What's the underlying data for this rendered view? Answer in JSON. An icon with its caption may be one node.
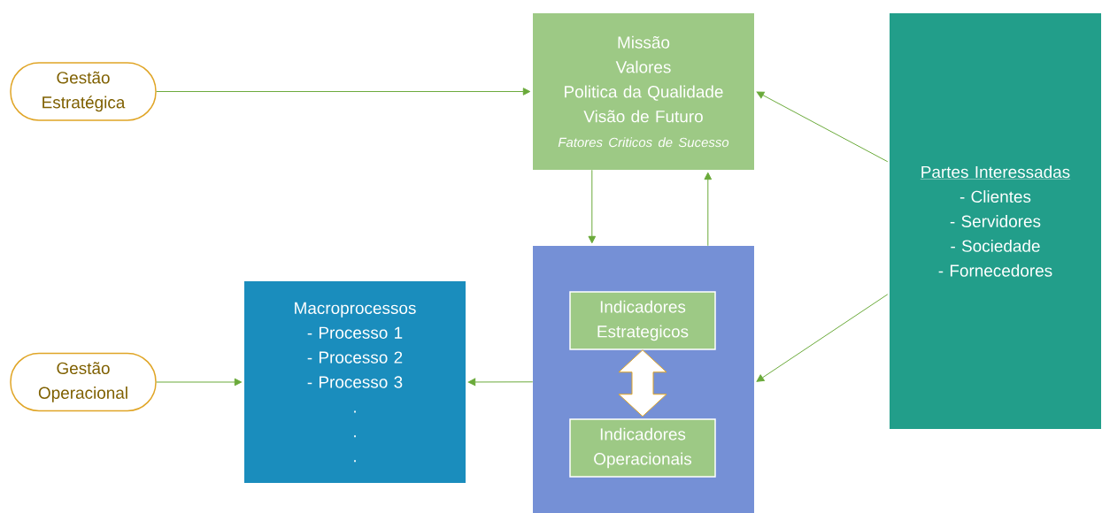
{
  "diagram": {
    "nodes": [
      {
        "text": [
          "Gestão Estratégica"
        ]
      },
      {
        "text": [
          "Missão",
          "Valores",
          "Politica da Qualidade",
          "Visão de Futuro",
          "Fatores Criticos de Sucesso"
        ]
      },
      {
        "text": [
          "Partes Interessadas",
          "- Clientes",
          "- Servidores",
          "- Sociedade",
          "- Fornecedores"
        ]
      },
      {
        "text": [
          "Gestão Operacional"
        ]
      },
      {
        "text": [
          "Macroprocessos",
          "- Processo 1",
          "- Processo 2",
          "- Processo 3",
          ".",
          ".",
          "."
        ]
      },
      {
        "text": [],
        "shape": "box"
      },
      {
        "text": [
          "Indicadores Estrategicos"
        ],
        "in": 5
      },
      {
        "text": [
          "Indicadores Operacionais"
        ],
        "in": 5
      }
    ],
    "edges": [
      {
        "from": 0,
        "to": 1,
        "arrow": "to"
      },
      {
        "from": 1,
        "to": 5,
        "arrow": "to"
      },
      {
        "from": 5,
        "to": 1,
        "arrow": "to"
      },
      {
        "from": 2,
        "to": 1,
        "arrow": "to"
      },
      {
        "from": 2,
        "to": 5,
        "arrow": "to"
      },
      {
        "from": 5,
        "to": 4,
        "arrow": "to"
      },
      {
        "from": 3,
        "to": 4,
        "arrow": "to"
      },
      {
        "from": 6,
        "to": 7,
        "arrow": "both",
        "color": "#e0a526"
      }
    ]
  }
}
